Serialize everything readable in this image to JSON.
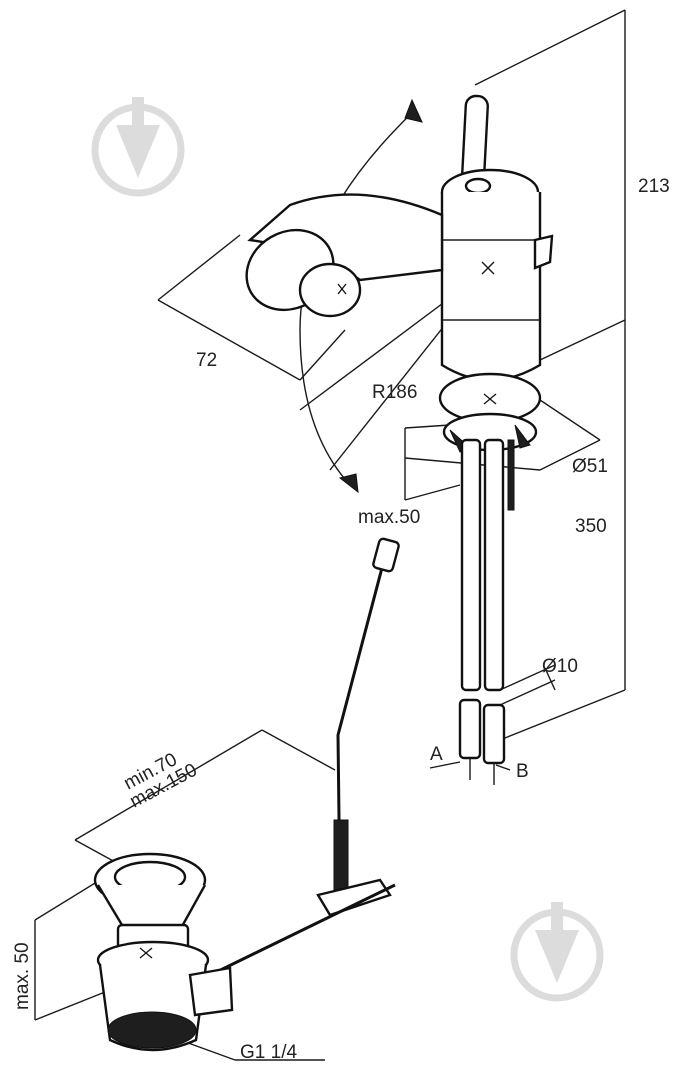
{
  "dimensions": {
    "height": "213",
    "handle_length": "72",
    "swivel_radius": "R186",
    "base_diameter": "Ø51",
    "max_thickness": "max.50",
    "hose_length": "350",
    "hose_diameter": "Ø10",
    "hose_a": "A",
    "hose_b": "B",
    "rod_min": "min.70",
    "rod_max": "max.150",
    "waste_height": "max. 50",
    "thread": "G1 1/4"
  },
  "colors": {
    "line": "#1a1a1a",
    "watermark": "#dcdcdc"
  }
}
